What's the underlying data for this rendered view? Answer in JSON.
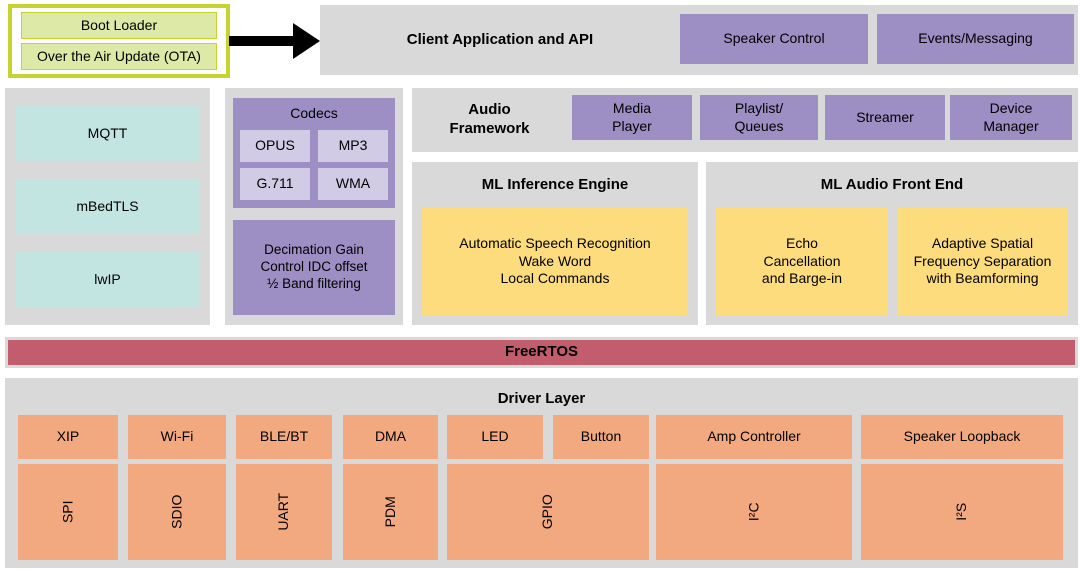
{
  "colors": {
    "container_gray": "#d9d9d9",
    "purple": "#9d8ec4",
    "purple_light": "#d2cbe6",
    "teal": "#c2e5e2",
    "yellow": "#fcdc7c",
    "orange": "#f3a97f",
    "freertos_red": "#c25d6d",
    "boot_green": "#dde9a6",
    "boot_border": "#c6d431",
    "arrow_black": "#000000"
  },
  "top": {
    "boot_loader": "Boot Loader",
    "ota_update": "Over the Air Update (OTA)",
    "client_api_title": "Client Application and API",
    "speaker_control": "Speaker Control",
    "events_messaging": "Events/Messaging"
  },
  "connectivity": {
    "items": [
      "MQTT",
      "mBedTLS",
      "lwIP"
    ]
  },
  "codecs": {
    "title": "Codecs",
    "items": [
      "OPUS",
      "MP3",
      "G.711",
      "WMA"
    ],
    "decimation": "Decimation Gain\nControl IDC offset\n½ Band filtering"
  },
  "audio_framework": {
    "title": "Audio\nFramework",
    "boxes": [
      "Media\nPlayer",
      "Playlist/\nQueues",
      "Streamer",
      "Device\nManager"
    ]
  },
  "ml_inference": {
    "title": "ML Inference Engine",
    "box": "Automatic Speech Recognition\nWake Word\nLocal Commands"
  },
  "ml_audio_front_end": {
    "title": "ML Audio Front End",
    "boxes": [
      "Echo\nCancellation\nand Barge-in",
      "Adaptive Spatial\nFrequency Separation\nwith Beamforming"
    ]
  },
  "freertos": {
    "label": "FreeRTOS"
  },
  "driver_layer": {
    "title": "Driver Layer",
    "row1": [
      "XIP",
      "Wi-Fi",
      "BLE/BT",
      "DMA",
      "LED",
      "Button",
      "Amp Controller",
      "Speaker Loopback"
    ],
    "row2": [
      "SPI",
      "SDIO",
      "UART",
      "PDM",
      "GPIO",
      "I²C",
      "I²S"
    ]
  }
}
